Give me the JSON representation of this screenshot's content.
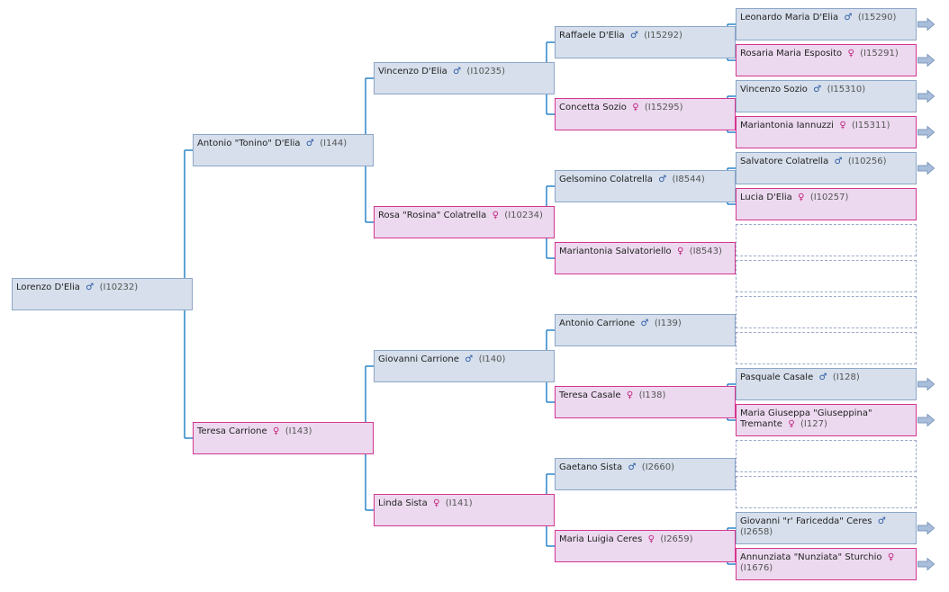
{
  "symbols": {
    "male": "♂",
    "female": "♀"
  },
  "people": {
    "p1": {
      "name": "Lorenzo D'Elia",
      "sex": "male",
      "id": "(I10232)"
    },
    "p2": {
      "name": "Antonio \"Tonino\" D'Elia",
      "sex": "male",
      "id": "(I144)"
    },
    "p3": {
      "name": "Teresa Carrione",
      "sex": "female",
      "id": "(I143)"
    },
    "p4": {
      "name": "Vincenzo D'Elia",
      "sex": "male",
      "id": "(I10235)"
    },
    "p5": {
      "name": "Rosa \"Rosina\" Colatrella",
      "sex": "female",
      "id": "(I10234)"
    },
    "p6": {
      "name": "Giovanni Carrione",
      "sex": "male",
      "id": "(I140)"
    },
    "p7": {
      "name": "Linda Sista",
      "sex": "female",
      "id": "(I141)"
    },
    "p8": {
      "name": "Raffaele D'Elia",
      "sex": "male",
      "id": "(I15292)"
    },
    "p9": {
      "name": "Concetta Sozio",
      "sex": "female",
      "id": "(I15295)"
    },
    "p10": {
      "name": "Gelsomino Colatrella",
      "sex": "male",
      "id": "(I8544)"
    },
    "p11": {
      "name": "Mariantonia Salvatoriello",
      "sex": "female",
      "id": "(I8543)"
    },
    "p12": {
      "name": "Antonio Carrione",
      "sex": "male",
      "id": "(I139)"
    },
    "p13": {
      "name": "Teresa Casale",
      "sex": "female",
      "id": "(I138)"
    },
    "p14": {
      "name": "Gaetano Sista",
      "sex": "male",
      "id": "(I2660)"
    },
    "p15": {
      "name": "Maria Luigia Ceres",
      "sex": "female",
      "id": "(I2659)"
    },
    "p16": {
      "name": "Leonardo Maria D'Elia",
      "sex": "male",
      "id": "(I15290)"
    },
    "p17": {
      "name": "Rosaria Maria Esposito",
      "sex": "female",
      "id": "(I15291)"
    },
    "p18": {
      "name": "Vincenzo Sozio",
      "sex": "male",
      "id": "(I15310)"
    },
    "p19": {
      "name": "Mariantonia Iannuzzi",
      "sex": "female",
      "id": "(I15311)"
    },
    "p20": {
      "name": "Salvatore Colatrella",
      "sex": "male",
      "id": "(I10256)"
    },
    "p21": {
      "name": "Lucia D'Elia",
      "sex": "female",
      "id": "(I10257)"
    },
    "p22": null,
    "p23": null,
    "p24": null,
    "p25": null,
    "p26": {
      "name": "Pasquale Casale",
      "sex": "male",
      "id": "(I128)"
    },
    "p27": {
      "name": "Maria Giuseppa \"Giuseppina\" Tremante",
      "sex": "female",
      "id": "(I127)"
    },
    "p28": null,
    "p29": null,
    "p30": {
      "name": "Giovanni \"r' Faricedda\" Ceres",
      "sex": "male",
      "id": "(I2658)"
    },
    "p31": {
      "name": "Annunziata \"Nunziata\" Sturchio",
      "sex": "female",
      "id": "(I1676)"
    }
  },
  "has_more_ancestors": [
    "p16",
    "p17",
    "p18",
    "p19",
    "p20",
    "p26",
    "p27",
    "p30",
    "p31"
  ],
  "colors": {
    "male_bg": "#d6dfeb",
    "male_border": "#8ea6c8",
    "female_bg": "#ecd9ef",
    "female_border": "#d4358f",
    "connector": "#2a86c8",
    "arrow_fill": "#a9bedb",
    "arrow_stroke": "#7f98bd"
  }
}
